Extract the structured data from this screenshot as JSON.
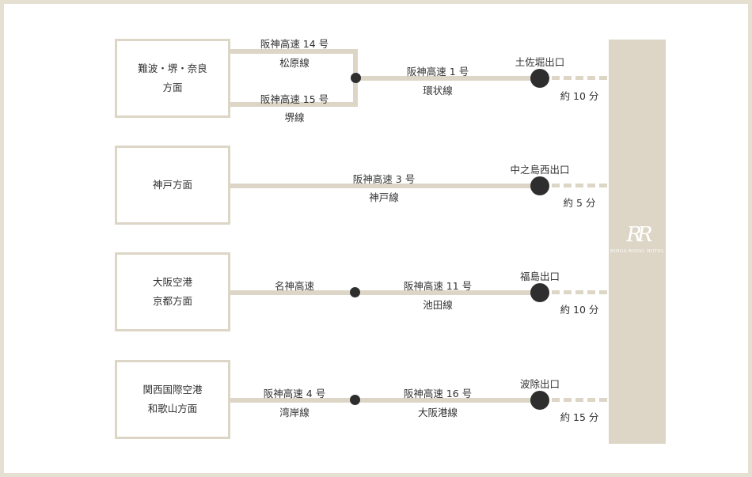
{
  "hotel": {
    "logo_mark": "RR",
    "name": "RIHGA ROYAL HOTEL"
  },
  "routes": [
    {
      "origin": [
        "難波・堺・奈良",
        "方面"
      ],
      "branch_upper": {
        "route": "阪神高速 14 号",
        "line": "松原線"
      },
      "branch_lower": {
        "route": "阪神高速 15 号",
        "line": "堺線"
      },
      "main": {
        "route": "阪神高速 1 号",
        "line": "環状線"
      },
      "exit": "土佐堀出口",
      "time": "約 10 分"
    },
    {
      "origin": [
        "神戸方面"
      ],
      "main": {
        "route": "阪神高速 3 号",
        "line": "神戸線"
      },
      "exit": "中之島西出口",
      "time": "約 5 分"
    },
    {
      "origin": [
        "大阪空港",
        "京都方面"
      ],
      "first": {
        "route": "名神高速"
      },
      "main": {
        "route": "阪神高速 11 号",
        "line": "池田線"
      },
      "exit": "福島出口",
      "time": "約 10 分"
    },
    {
      "origin": [
        "関西国際空港",
        "和歌山方面"
      ],
      "first": {
        "route": "阪神高速 4 号",
        "line": "湾岸線"
      },
      "main": {
        "route": "阪神高速 16 号",
        "line": "大阪港線"
      },
      "exit": "波除出口",
      "time": "約 15 分"
    }
  ]
}
